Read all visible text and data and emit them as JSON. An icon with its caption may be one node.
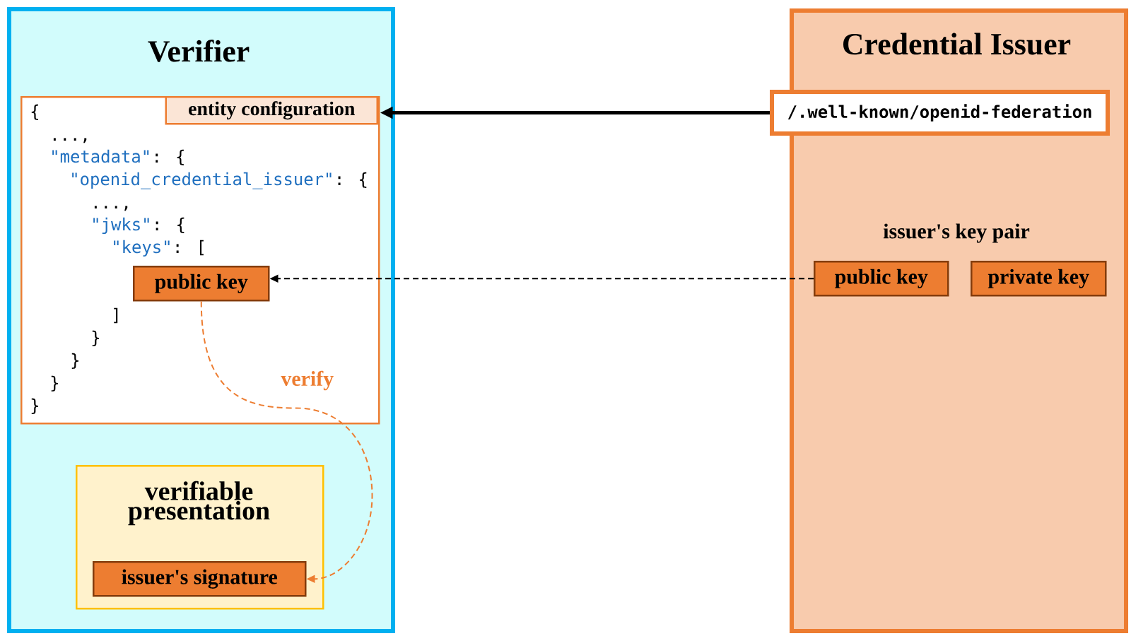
{
  "diagram": {
    "nodes": [
      {
        "text": [
          "Verifier"
        ]
      },
      {
        "text": [
          "{",
          "entity configuration",
          "...,",
          "\"metadata\"",
          ": {",
          "\"openid_credential_issuer\"",
          ": {",
          "...,",
          "\"jwks\"",
          ": {",
          "\"keys\"",
          ": [",
          "]",
          "}",
          "}",
          "}",
          "}"
        ],
        "in": 0
      },
      {
        "text": [
          "public key"
        ],
        "in": 1
      },
      {
        "text": [
          "verifiable presentation"
        ],
        "in": 0
      },
      {
        "text": [
          "issuer's signature"
        ],
        "in": 3
      },
      {
        "text": [
          "Credential Issuer"
        ]
      },
      {
        "text": [
          "/.well-known/openid-federation"
        ],
        "in": 5
      },
      {
        "text": [
          "public key"
        ],
        "in": 5
      },
      {
        "text": [
          "private key"
        ],
        "in": 5
      }
    ],
    "edges": [
      {
        "from": 6,
        "to": 1,
        "arrow": "to",
        "style": "thick"
      },
      {
        "from": 7,
        "to": 2,
        "arrow": "to",
        "style": "dashed"
      },
      {
        "from": 2,
        "to": 4,
        "arrow": "to",
        "style": "dashed",
        "color": "#ed7d31",
        "label": "verify"
      }
    ],
    "labels": [
      "issuer's key pair"
    ]
  }
}
